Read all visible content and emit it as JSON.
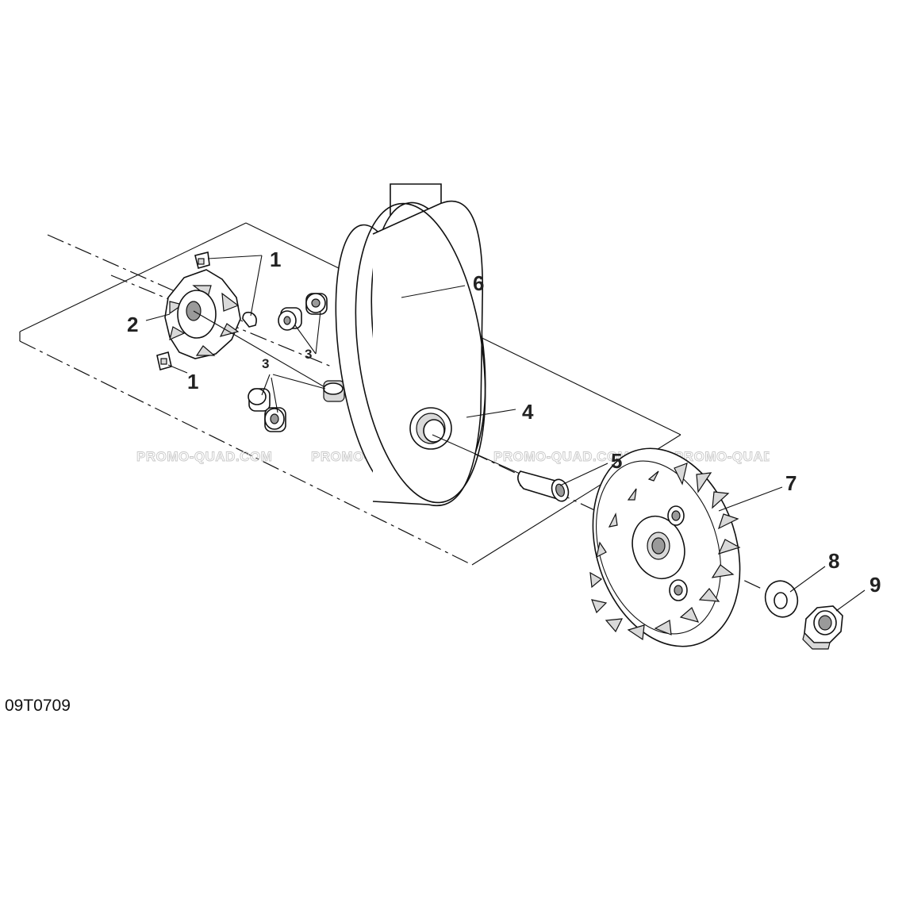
{
  "diagram": {
    "code": "09T0709",
    "watermark": "PROMO-QUAD.COM",
    "callouts": [
      "1",
      "1",
      "2",
      "3",
      "3",
      "4",
      "5",
      "6",
      "7",
      "8",
      "9"
    ]
  }
}
